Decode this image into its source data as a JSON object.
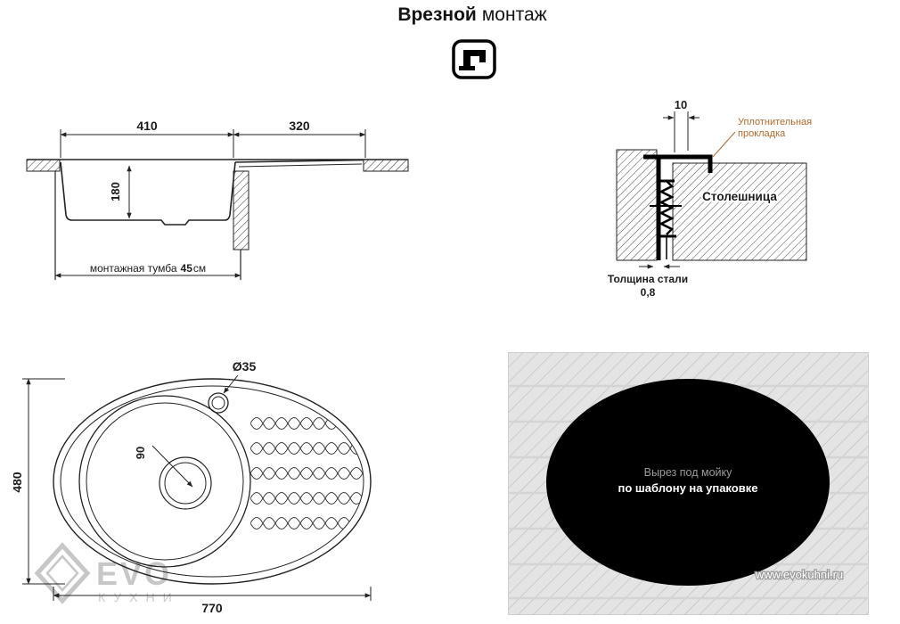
{
  "title": {
    "bold": "Врезной",
    "regular": "монтаж"
  },
  "colors": {
    "line": "#222222",
    "accent_orange": "#b5692a",
    "watermark_gray": "#c7c7c7",
    "cutout_fill": "#000000",
    "hatch_background": "#e4e4e4"
  },
  "cross_section": {
    "bowl_width": "410",
    "drainer_width": "320",
    "bowl_depth": "180",
    "cabinet_label": "монтажная тумба",
    "cabinet_value": "45",
    "cabinet_unit": "см"
  },
  "edge_detail": {
    "overhang": "10",
    "gasket_label_line1": "Уплотнительная",
    "gasket_label_line2": "прокладка",
    "countertop_label": "Столешница",
    "steel_label": "Толщина стали",
    "steel_value": "0,8"
  },
  "top_view": {
    "tap_hole_diameter": "Ø35",
    "drain_diameter": "90",
    "overall_depth": "480",
    "overall_width": "770"
  },
  "cutout": {
    "note_line1": "Вырез под мойку",
    "note_line2": "по шаблону на упаковке"
  },
  "branding": {
    "logo_text": "EVO",
    "logo_subtext": "КУХНИ",
    "website": "www.evokuhni.ru"
  }
}
